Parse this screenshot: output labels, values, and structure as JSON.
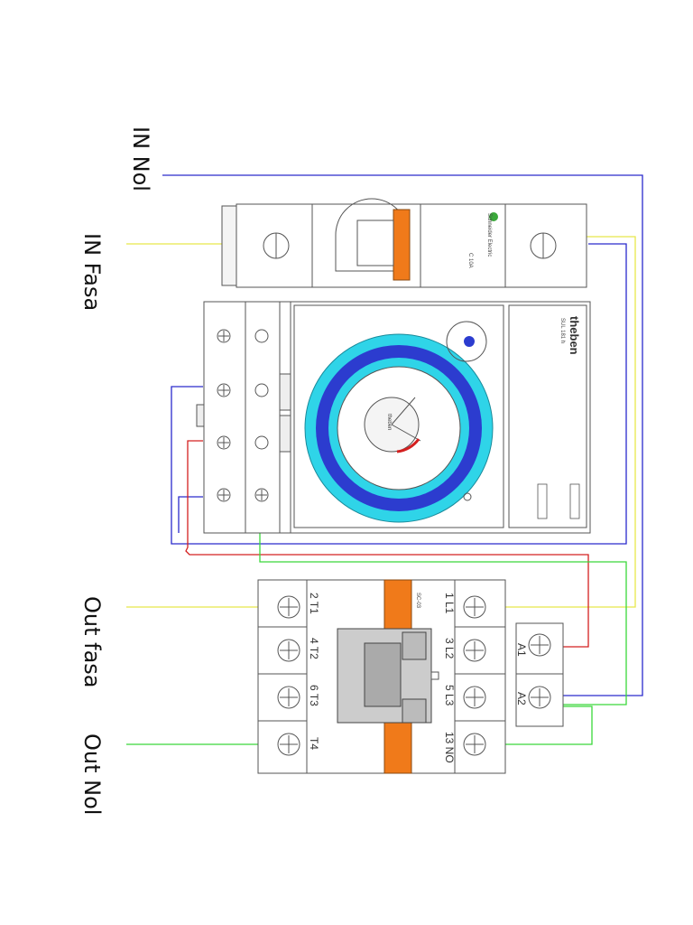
{
  "labels": {
    "in_nol": "IN Nol",
    "in_fasa": "IN Fasa",
    "out_fasa": "Out fasa",
    "out_nol": "Out Nol"
  },
  "mcb": {
    "brand": "Schneider Electric",
    "rating": "C 10A"
  },
  "timer": {
    "brand": "theben",
    "model": "SUL 181 h"
  },
  "contactor": {
    "model": "SC-03",
    "top_terminals": [
      "1 L1",
      "3 L2",
      "5 L3",
      "13 NO"
    ],
    "bottom_terminals": [
      "2 T1",
      "4 T2",
      "6 T3",
      "T4"
    ],
    "coil_terminals": [
      "A1",
      "A2"
    ]
  },
  "colors": {
    "neutral_wire": "#2a2acc",
    "phase_wire": "#e8e84a",
    "red_wire": "#d42020",
    "load_wire": "#3ad83a",
    "orange": "#f07a1a",
    "dial_blue": "#2c3ccf",
    "dial_cyan": "#2fd4e8"
  }
}
